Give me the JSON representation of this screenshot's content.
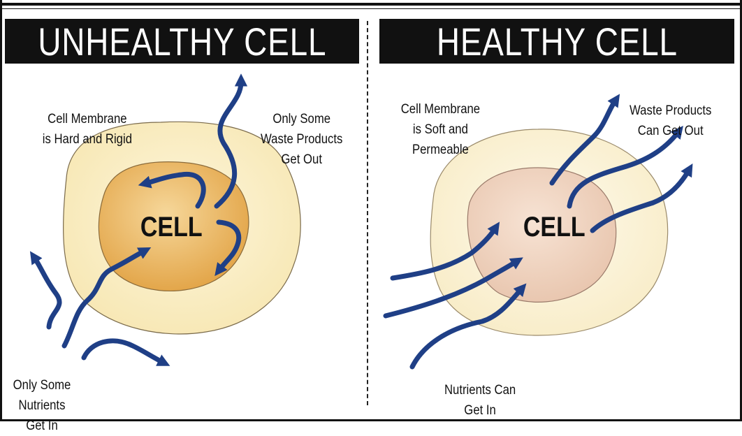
{
  "left_panel": {
    "title": "UNHEALTHY CELL",
    "cell_label": "CELL",
    "membrane_label": "Cell Membrane\nis Hard and Rigid",
    "waste_label": "Only Some\nWaste Products\nGet Out",
    "nutrients_label": "Only Some\nNutrients\nGet In"
  },
  "right_panel": {
    "title": "HEALTHY CELL",
    "cell_label": "CELL",
    "membrane_label": "Cell Membrane\nis Soft and\nPermeable",
    "waste_label": "Waste Products\nCan Get Out",
    "nutrients_label": "Nutrients Can\nGet In"
  },
  "colors": {
    "arrow": "#1f3f86",
    "outer_cell_unhealthy": "#fbf1cf",
    "inner_cell_unhealthy": "#eab35c",
    "outer_cell_healthy": "#fbf2d8",
    "inner_cell_healthy": "#f1d6c2",
    "banner": "#111111"
  }
}
